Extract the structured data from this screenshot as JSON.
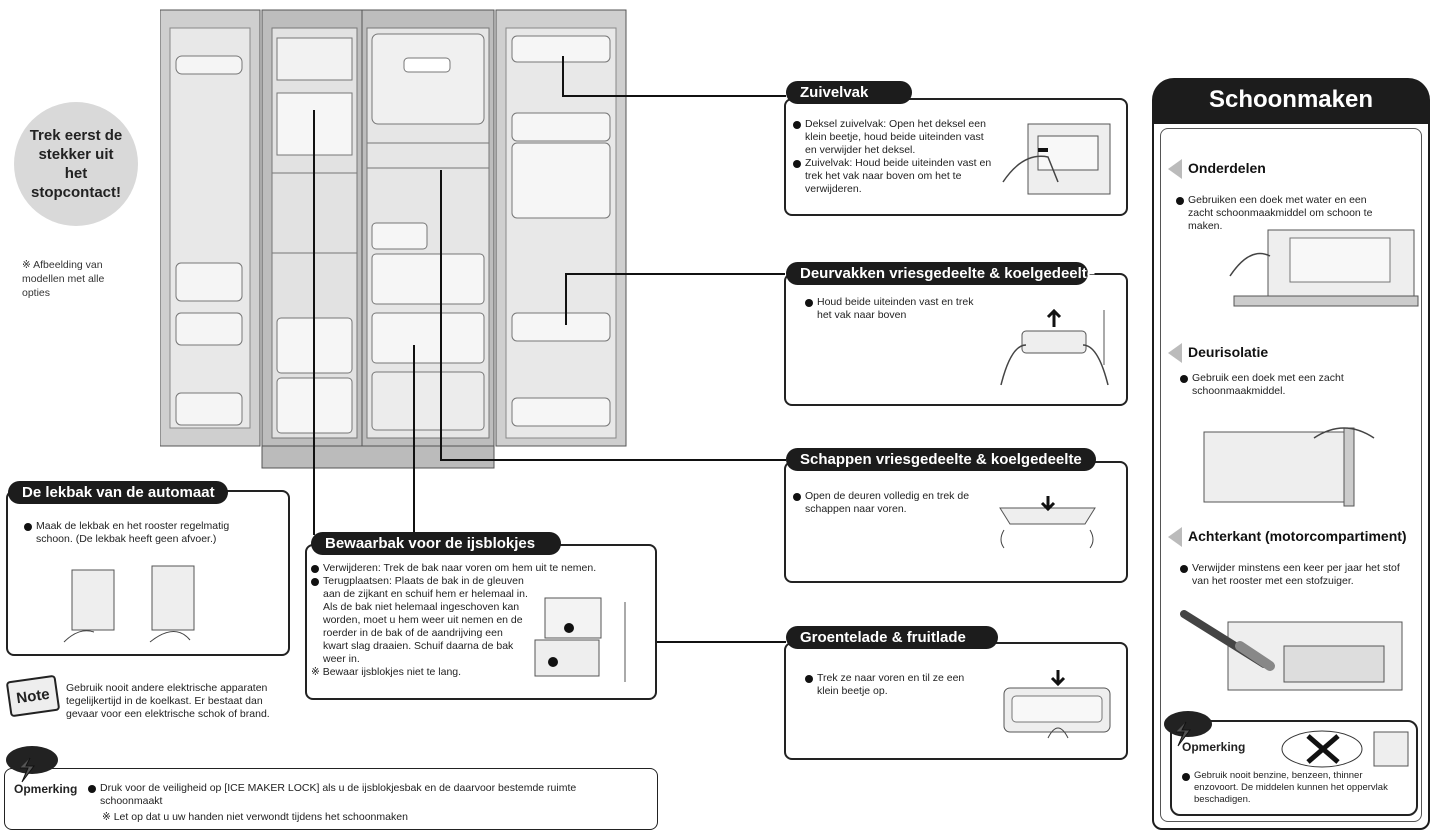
{
  "warning_circle": {
    "text": "Trek eerst de stekker uit het stopcontact!"
  },
  "image_note": {
    "text": "※ Afbeelding van modellen met alle opties"
  },
  "zuivelvak": {
    "title": "Zuivelvak",
    "items": [
      "Deksel zuivelvak: Open het deksel een klein beetje, houd beide uiteinden vast en verwijder het deksel.",
      "Zuivelvak: Houd beide uiteinden vast en trek het vak naar boven om het te verwijderen."
    ]
  },
  "deurvakken": {
    "title": "Deurvakken vriesgedeelte & koelgedeelte",
    "items": [
      "Houd beide uiteinden vast en trek het vak naar boven"
    ]
  },
  "schappen": {
    "title": "Schappen vriesgedeelte & koelgedeelte",
    "items": [
      "Open de deuren volledig en trek de schappen naar voren."
    ]
  },
  "groentelade": {
    "title": "Groentelade & fruitlade",
    "items": [
      "Trek ze naar voren en til ze een klein beetje op."
    ]
  },
  "lekbak": {
    "title": "De lekbak van de automaat",
    "items": [
      "Maak de lekbak en het rooster regelmatig schoon. (De lekbak heeft geen afvoer.)"
    ]
  },
  "ijsblokjes": {
    "title": "Bewaarbak voor de ijsblokjes",
    "item1": "Verwijderen: Trek de bak naar voren om hem uit te nemen.",
    "item2": "Terugplaatsen: Plaats de bak in de gleuven aan de zijkant en schuif hem er helemaal in. Als de bak niet helemaal ingeschoven kan worden, moet u hem weer uit nemen en de roerder in de bak of de aandrijving een kwart slag draaien. Schuif daarna de bak weer in.",
    "note": "※ Bewaar ijsblokjes niet te lang."
  },
  "note_box": {
    "label": "Note",
    "text": "Gebruik nooit andere elektrische apparaten tegelijkertijd in de koelkast. Er bestaat dan gevaar voor een elektrische schok of brand."
  },
  "opmerking_bottom": {
    "label": "Opmerking",
    "text": "Druk voor de veiligheid op [ICE MAKER LOCK] als u de ijsblokjesbak en de daarvoor bestemde ruimte schoonmaakt",
    "sub": "※ Let op dat u uw handen niet verwondt tijdens het schoonmaken"
  },
  "schoonmaken": {
    "title": "Schoonmaken",
    "sections": [
      {
        "title": "Onderdelen",
        "text": "Gebruiken een doek met water en een zacht schoonmaakmiddel om schoon te maken."
      },
      {
        "title": "Deurisolatie",
        "text": "Gebruik een doek met een zacht schoonmaakmiddel."
      },
      {
        "title": "Achterkant (motorcompartiment)",
        "text": "Verwijder minstens een keer per jaar het stof van het rooster met een stofzuiger."
      }
    ],
    "opmerking": {
      "label": "Opmerking",
      "text": "Gebruik nooit benzine, benzeen, thinner enzovoort. De middelen kunnen het oppervlak beschadigen."
    }
  },
  "colors": {
    "dark": "#1c1c1c",
    "fridge": "#d9d9d9",
    "fridge_edge": "#6b6b6b"
  }
}
